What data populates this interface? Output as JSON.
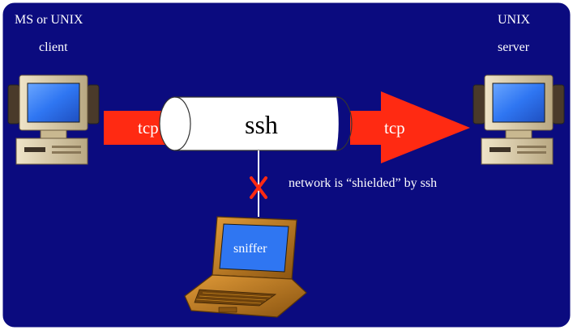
{
  "client": {
    "title": "MS or UNIX",
    "subtitle": "client"
  },
  "server": {
    "title": "UNIX",
    "subtitle": "server"
  },
  "tunnel": {
    "label": "ssh"
  },
  "arrows": {
    "left_label": "tcp",
    "right_label": "tcp"
  },
  "network_note": "network is “shielded” by ssh",
  "sniffer": {
    "label": "sniffer"
  },
  "block_mark": "X",
  "colors": {
    "background": "#0b0b7f",
    "arrow": "#ff2a12",
    "cross": "#ff2a12",
    "tube": "#ffffff",
    "monitor_screen": "#2f76f2",
    "computer_body": "#d7c9a8",
    "laptop_body": "#b5741c"
  }
}
